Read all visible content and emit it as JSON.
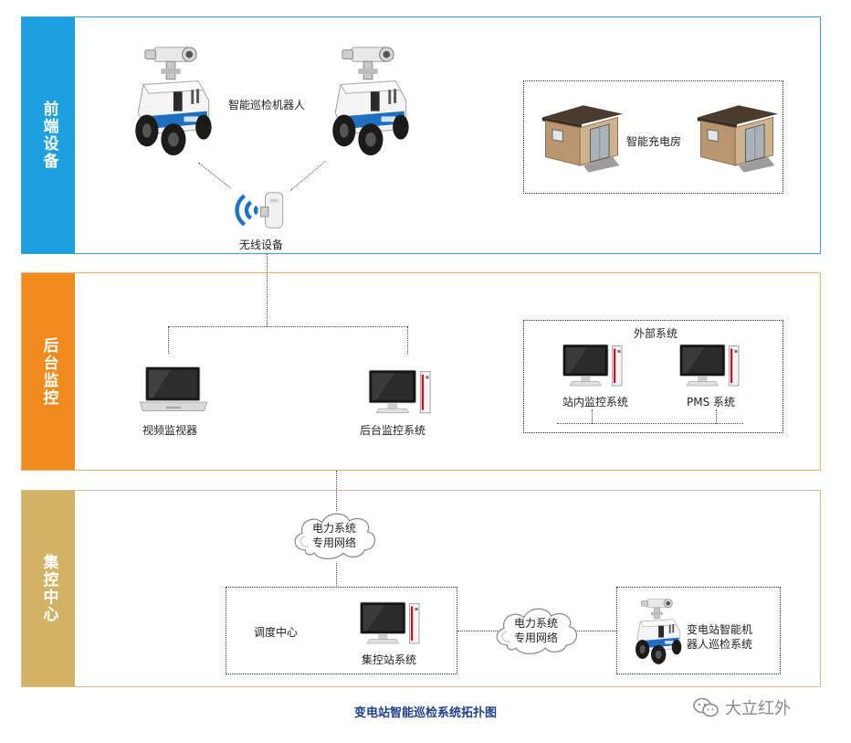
{
  "sections": {
    "front": {
      "title": "前端设备"
    },
    "back": {
      "title": "后台监控"
    },
    "central": {
      "title": "集控中心"
    }
  },
  "front": {
    "robot_label": "智能巡检机器人",
    "wireless_label": "无线设备",
    "charging_label": "智能充电房"
  },
  "back": {
    "video_monitor_label": "视频监视器",
    "backend_system_label": "后台监控系统",
    "external": {
      "title": "外部系统",
      "station_monitor_label": "站内监控系统",
      "pms_label": "PMS 系统"
    }
  },
  "central": {
    "power_network_line1": "电力系统",
    "power_network_line2": "专用网络",
    "dispatch_label": "调度中心",
    "control_station_label": "集控站系统",
    "power_network2_line1": "电力系统",
    "power_network2_line2": "专用网络",
    "substation_robot_line1": "变电站智能机",
    "substation_robot_line2": "器人巡检系统"
  },
  "caption": "变电站智能巡检系统拓扑图",
  "watermark": "大立红外",
  "colors": {
    "front_band": "#1e9fdf",
    "back_band": "#f08a1e",
    "central_band": "#d2b366",
    "caption": "#1d3f8f"
  },
  "icons": [
    "robot-icon",
    "wireless-router-icon",
    "charging-house-icon",
    "laptop-icon",
    "desktop-computer-icon",
    "cloud-icon"
  ]
}
